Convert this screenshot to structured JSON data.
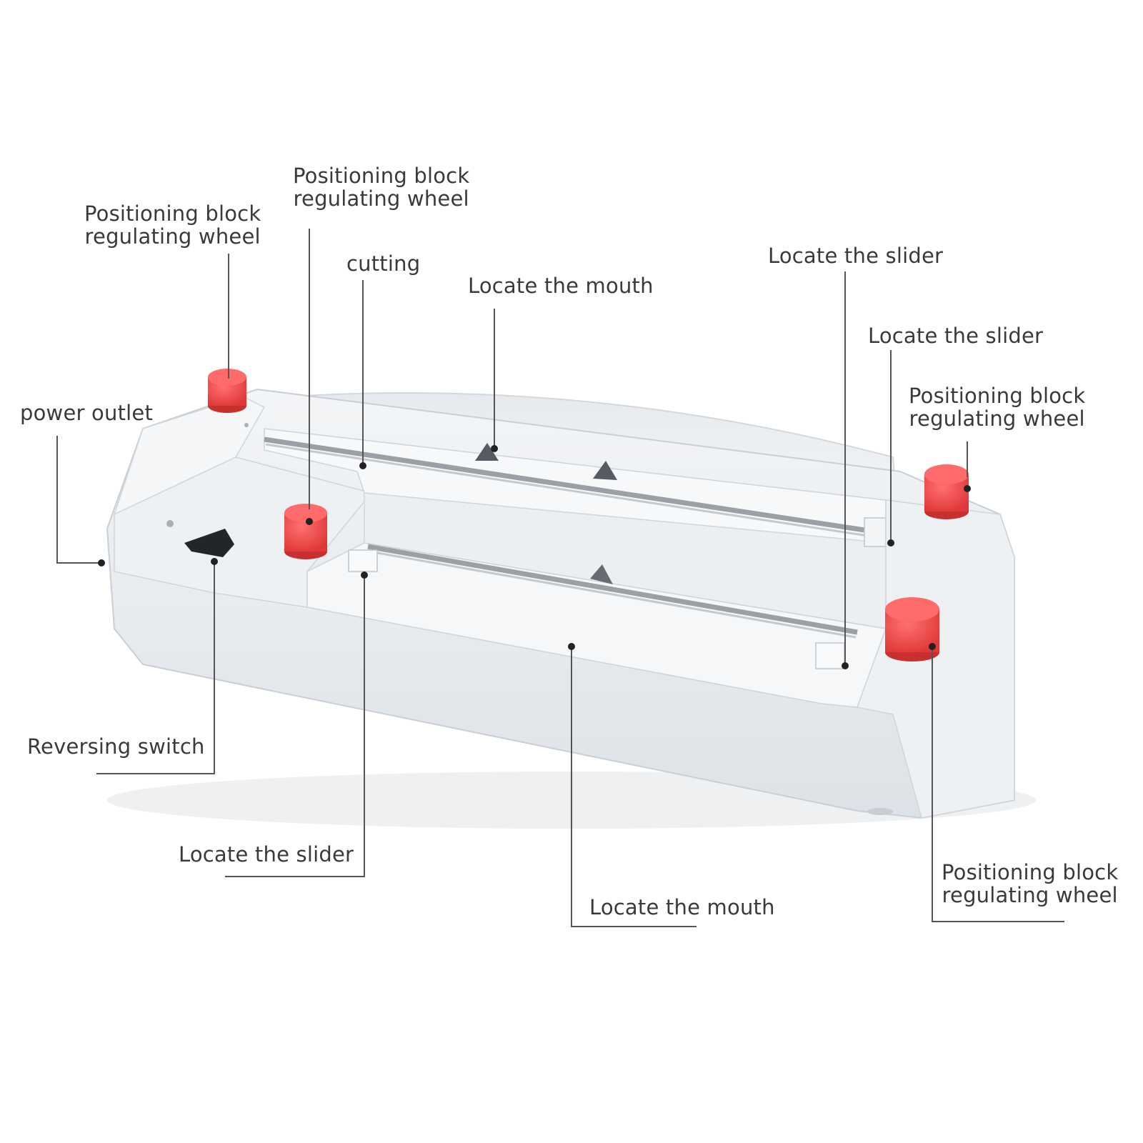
{
  "labels": {
    "wheel_top_left": [
      "Positioning block",
      "regulating wheel"
    ],
    "wheel_top_mid": [
      "Positioning block",
      "regulating wheel"
    ],
    "cutting": "cutting",
    "mouth_top": "Locate the mouth",
    "slider_top_1": "Locate the slider",
    "slider_top_2": "Locate the slider",
    "wheel_right": [
      "Positioning block",
      "regulating wheel"
    ],
    "power_outlet": "power outlet",
    "reversing_switch": "Reversing switch",
    "slider_bottom": "Locate the slider",
    "mouth_bottom": "Locate the mouth",
    "wheel_bottom_right": [
      "Positioning block",
      "regulating wheel"
    ]
  },
  "colors": {
    "body": "#eef1f4",
    "knob": "#f04848",
    "rail": "#9aa0a6",
    "leader": "#555555"
  }
}
